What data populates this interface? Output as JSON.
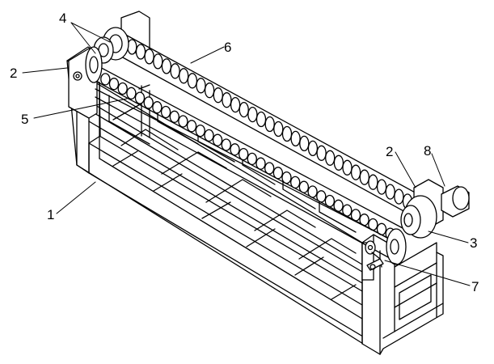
{
  "labels": {
    "frame": "1",
    "side_plate_left": "2",
    "side_plate_right": "2",
    "sprocket_right": "3",
    "sprockets_left": "4",
    "chain_guide_rail": "5",
    "roller_chain": "6",
    "crank_handle": "7",
    "motor": "8"
  },
  "colors": {
    "line": "#000000",
    "background": "#ffffff"
  }
}
